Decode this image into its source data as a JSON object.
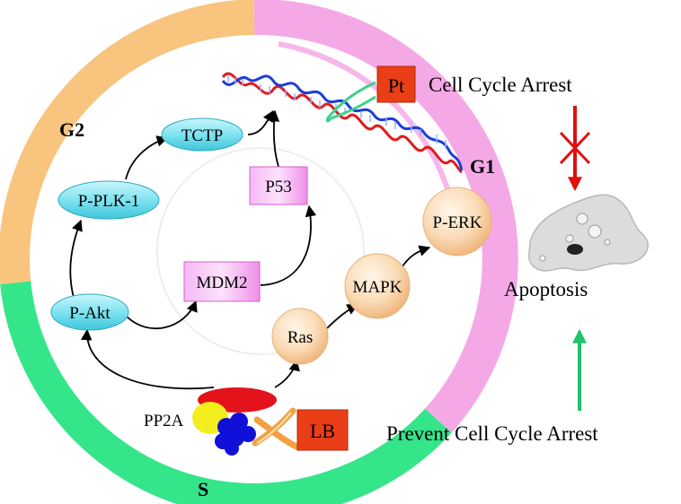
{
  "phases": {
    "g1": "G1",
    "g2": "G2",
    "s": "S"
  },
  "nodes": {
    "tctp": "TCTP",
    "p_plk1": "P-PLK-1",
    "p_akt": "P-Akt",
    "p53": "P53",
    "mdm2": "MDM2",
    "p_erk": "P-ERK",
    "mapk": "MAPK",
    "ras": "Ras",
    "pp2a": "PP2A"
  },
  "drugs": {
    "pt": "Pt",
    "lb": "LB"
  },
  "outcomes": {
    "cell_cycle_arrest": "Cell Cycle Arrest",
    "apoptosis": "Apoptosis",
    "prevent_cell_cycle_arrest": "Prevent Cell Cycle Arrest"
  },
  "colors": {
    "g1_pink": "#f5a8e6",
    "g2_orange": "#f8c47e",
    "s_green": "#35e58a",
    "oval_cyan": "#7fe3f0",
    "box_magenta": "#f7a8f2",
    "sphere_peach": "#f9d3a8",
    "drug_red": "#ea3e16",
    "inhibit_red": "#e01010",
    "promote_green": "#1ec46a"
  }
}
